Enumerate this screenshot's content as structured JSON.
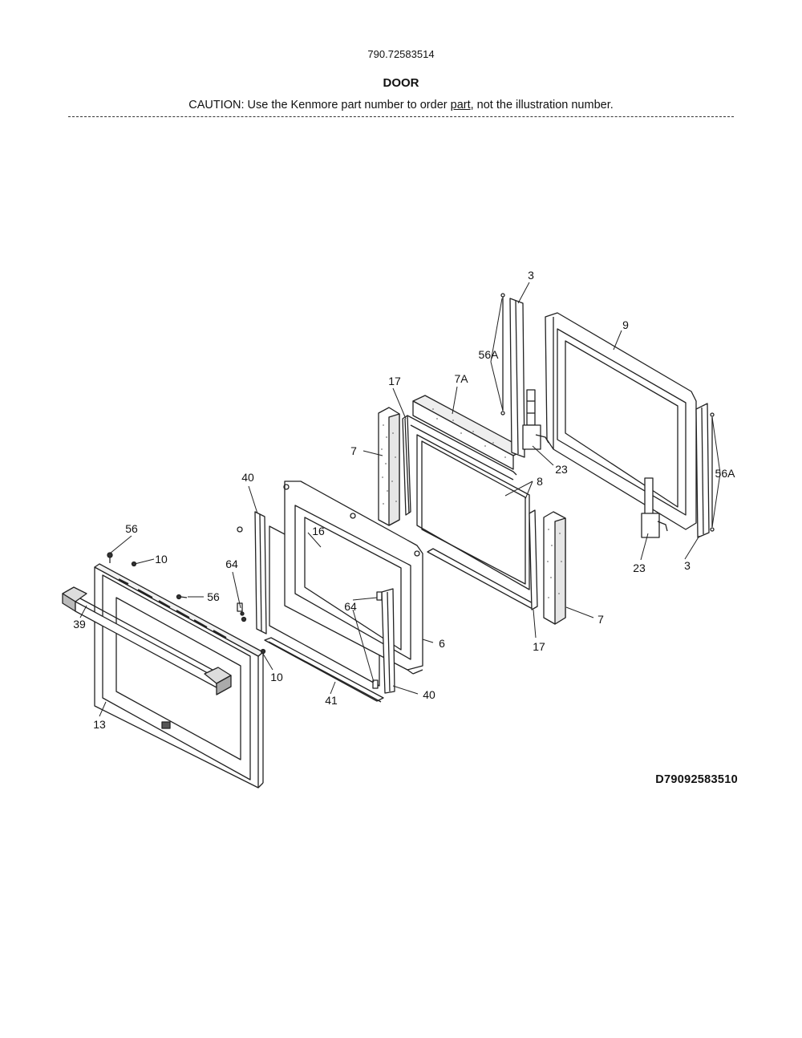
{
  "header": {
    "model_number": "790.72583514",
    "section_title": "DOOR",
    "caution_before": "CAUTION: Use the Kenmore part number to order ",
    "caution_link": "part",
    "caution_after": ", not the illustration number."
  },
  "drawing_code": "D79092583510",
  "callouts": {
    "c3_top": "3",
    "c9": "9",
    "c56a_left": "56A",
    "c7a": "7A",
    "c17_top": "17",
    "c7_left": "7",
    "c23_top": "23",
    "c56a_right": "56A",
    "c8": "8",
    "c40_top": "40",
    "c56_top": "56",
    "c10_top": "10",
    "c64_left": "64",
    "c16": "16",
    "c23_bottom": "23",
    "c3_bottom": "3",
    "c56_mid": "56",
    "c7_right": "7",
    "c64_mid": "64",
    "c6": "6",
    "c17_bottom": "17",
    "c39": "39",
    "c10_bottom": "10",
    "c40_bottom": "40",
    "c41": "41",
    "c13": "13"
  }
}
